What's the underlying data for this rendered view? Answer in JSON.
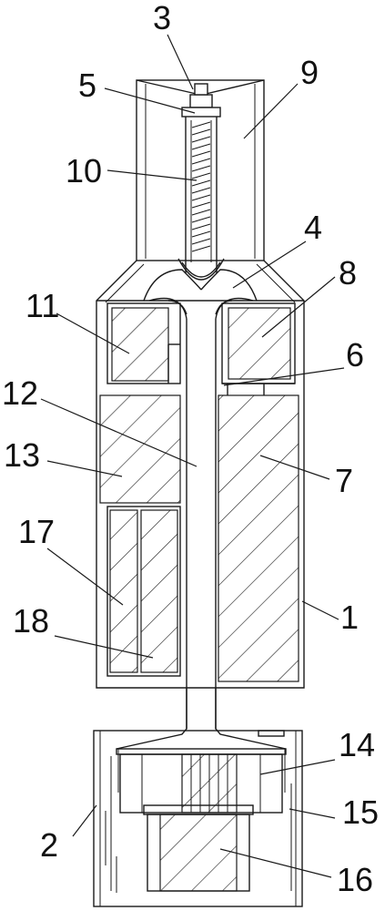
{
  "callouts": [
    {
      "key": "c3",
      "text": "3"
    },
    {
      "key": "c5",
      "text": "5"
    },
    {
      "key": "c9",
      "text": "9"
    },
    {
      "key": "c10",
      "text": "10"
    },
    {
      "key": "c4",
      "text": "4"
    },
    {
      "key": "c8",
      "text": "8"
    },
    {
      "key": "c11",
      "text": "11"
    },
    {
      "key": "c6",
      "text": "6"
    },
    {
      "key": "c12",
      "text": "12"
    },
    {
      "key": "c13",
      "text": "13"
    },
    {
      "key": "c7",
      "text": "7"
    },
    {
      "key": "c17",
      "text": "17"
    },
    {
      "key": "c1",
      "text": "1"
    },
    {
      "key": "c18",
      "text": "18"
    },
    {
      "key": "c14",
      "text": "14"
    },
    {
      "key": "c15",
      "text": "15"
    },
    {
      "key": "c2",
      "text": "2"
    },
    {
      "key": "c16",
      "text": "16"
    }
  ]
}
